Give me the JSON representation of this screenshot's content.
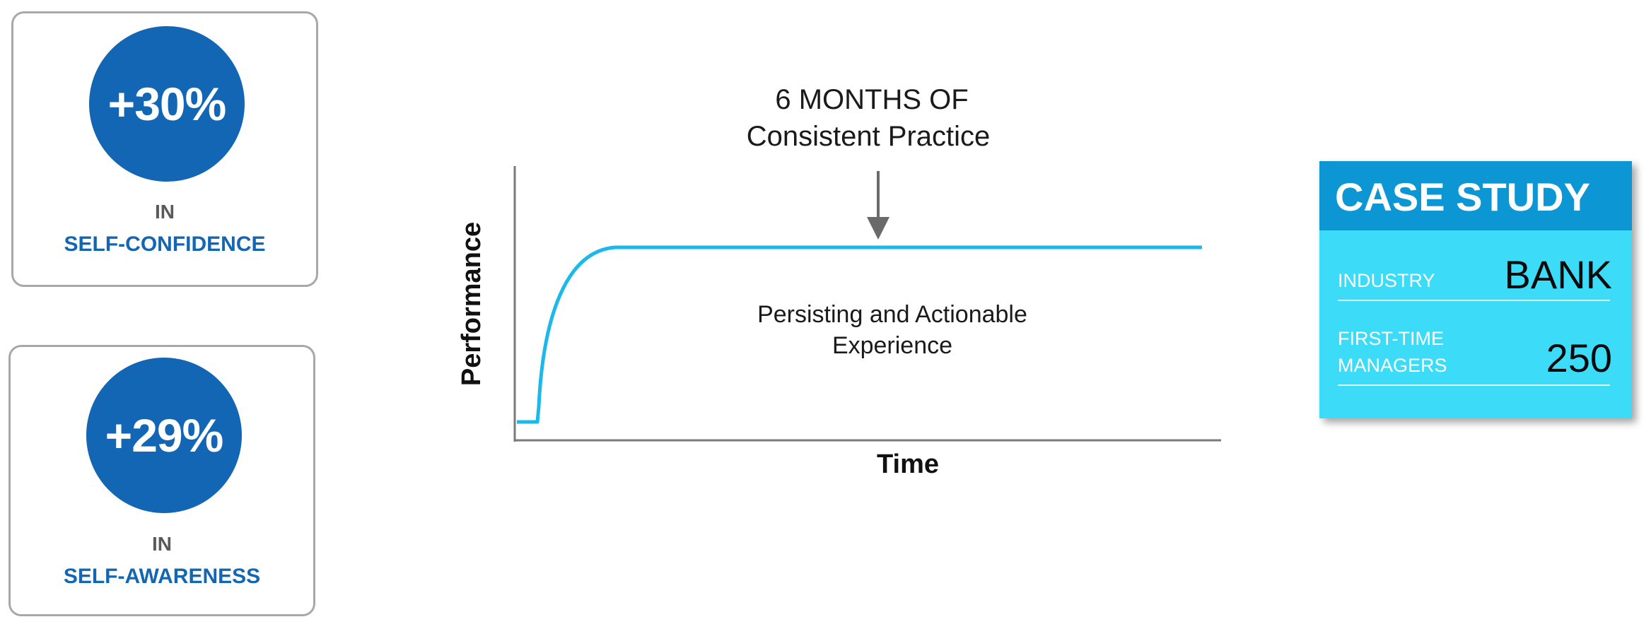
{
  "stats": [
    {
      "value": "+30%",
      "prefix": "IN",
      "label": "SELF-CONFIDENCE"
    },
    {
      "value": "+29%",
      "prefix": "IN",
      "label": "SELF-AWARENESS"
    }
  ],
  "diagram": {
    "annotation_line1": "6 MONTHS OF",
    "annotation_line2": "Consistent Practice",
    "plateau_line1": "Persisting and Actionable",
    "plateau_line2": "Experience",
    "xlabel": "Time",
    "ylabel": "Performance"
  },
  "case_study": {
    "title": "CASE STUDY",
    "rows": [
      {
        "key_lines": [
          "INDUSTRY"
        ],
        "value": "BANK"
      },
      {
        "key_lines": [
          "FIRST-TIME",
          "MANAGERS"
        ],
        "value": "250"
      }
    ]
  },
  "colors": {
    "stat_blue": "#1366b3",
    "curve_cyan": "#1ab9ea",
    "case_header": "#0c96d4",
    "case_body": "#3cdcf8",
    "axis_gray": "#7a7a7a"
  }
}
